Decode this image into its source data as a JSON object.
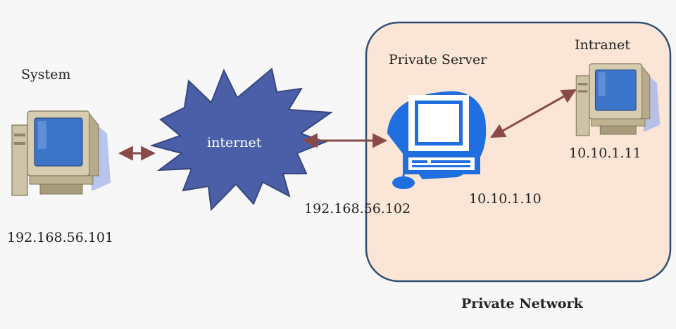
{
  "labels": {
    "system": "System",
    "internet": "internet",
    "private_server": "Private Server",
    "intranet": "Intranet",
    "system_ip": "192.168.56.101",
    "server_public_ip": "192.168.56.102",
    "server_private_ip": "10.10.1.10",
    "intranet_ip": "10.10.1.11",
    "private_network": "Private Network"
  },
  "colors": {
    "background": "#f7f7f7",
    "private_network_fill": "#fbe5d6",
    "private_network_border": "#2f4f73",
    "cloud_fill": "#4a5fa8",
    "cloud_border": "#36477e",
    "arrow": "#8b4a4a",
    "server_icon": "#1f6fe0",
    "computer_beige": "#cfc3a7",
    "screen_blue": "#3c74c9",
    "shadow_blue": "#a8b8e8"
  },
  "icons": {
    "system": "desktop-computer-icon",
    "private_server": "server-computer-icon",
    "intranet": "desktop-computer-icon"
  }
}
